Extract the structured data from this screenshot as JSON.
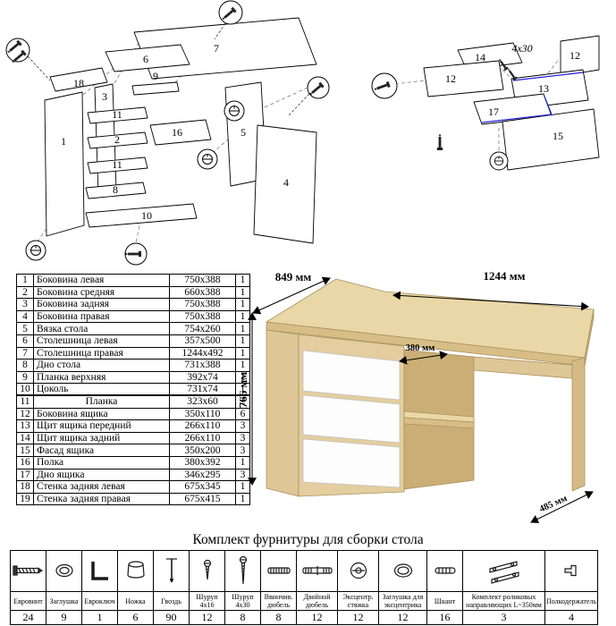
{
  "exploded": {
    "p18": "18",
    "p1": "1",
    "p3": "3",
    "p9": "9",
    "p6": "6",
    "p7": "7",
    "p11a": "11",
    "p2": "2",
    "p11b": "11",
    "p8": "8",
    "p16": "16",
    "p5": "5",
    "p4": "4",
    "p10": "10"
  },
  "detail": {
    "p14": "14",
    "p12a": "12",
    "p12b": "12",
    "p13": "13",
    "p17": "17",
    "p15": "15",
    "screw_size": "4x30"
  },
  "desk": {
    "width_top": "1244 мм",
    "depth_left": "849 мм",
    "height": "766 мм",
    "shelf_depth": "380 мм",
    "depth_right": "485 мм"
  },
  "parts_table": {
    "rows": [
      {
        "num": "1",
        "name": "Боковина левая",
        "size": "750x388",
        "qty": "1"
      },
      {
        "num": "2",
        "name": "Боковина средняя",
        "size": "660x388",
        "qty": "1"
      },
      {
        "num": "3",
        "name": "Боковина задняя",
        "size": "750x388",
        "qty": "1"
      },
      {
        "num": "4",
        "name": "Боковина правая",
        "size": "750x388",
        "qty": "1"
      },
      {
        "num": "5",
        "name": "Вязка стола",
        "size": "754x260",
        "qty": "1"
      },
      {
        "num": "6",
        "name": "Столешница левая",
        "size": "357x500",
        "qty": "1"
      },
      {
        "num": "7",
        "name": "Столешница правая",
        "size": "1244x492",
        "qty": "1"
      },
      {
        "num": "8",
        "name": "Дно стола",
        "size": "731x388",
        "qty": "1"
      },
      {
        "num": "9",
        "name": "Планка верхняя",
        "size": "392x74",
        "qty": "1"
      },
      {
        "num": "10",
        "name": "Цоколь",
        "size": "731x74",
        "qty": "1"
      },
      {
        "num": "11",
        "name": "Планка",
        "size": "323x60",
        "qty": "2",
        "sep": true,
        "center": true
      },
      {
        "num": "12",
        "name": "Боковина ящика",
        "size": "350x110",
        "qty": "6"
      },
      {
        "num": "13",
        "name": "Щит ящика передний",
        "size": "266x110",
        "qty": "3"
      },
      {
        "num": "14",
        "name": "Щит ящика задний",
        "size": "266x110",
        "qty": "3"
      },
      {
        "num": "15",
        "name": "Фасад ящика",
        "size": "350x200",
        "qty": "3"
      },
      {
        "num": "16",
        "name": "Полка",
        "size": "380x392",
        "qty": "1"
      },
      {
        "num": "17",
        "name": "Дно ящика",
        "size": "346x295",
        "qty": "3"
      },
      {
        "num": "18",
        "name": "Стенка задняя левая",
        "size": "675x345",
        "qty": "1"
      },
      {
        "num": "19",
        "name": "Стенка задняя правая",
        "size": "675x415",
        "qty": "1"
      }
    ]
  },
  "hardware": {
    "title": "Комплект фурнитуры для сборки стола",
    "items": [
      {
        "name": "Евровинт",
        "qty": "24",
        "icon": "euro-screw-icon"
      },
      {
        "name": "Заглушка",
        "qty": "9",
        "icon": "cap-icon"
      },
      {
        "name": "Евроключ",
        "qty": "1",
        "icon": "hex-key-icon"
      },
      {
        "name": "Ножка",
        "qty": "6",
        "icon": "leg-icon"
      },
      {
        "name": "Гвоздь",
        "qty": "90",
        "icon": "nail-icon"
      },
      {
        "name": "Шуруп 4x16",
        "qty": "12",
        "icon": "screw-small-icon"
      },
      {
        "name": "Шуруп 4x30",
        "qty": "8",
        "icon": "screw-large-icon"
      },
      {
        "name": "Ввинчив. дюбель",
        "qty": "8",
        "icon": "threaded-dowel-icon"
      },
      {
        "name": "Двойной дюбель",
        "qty": "12",
        "icon": "double-dowel-icon"
      },
      {
        "name": "Эксцентр. стяжка",
        "qty": "12",
        "icon": "cam-lock-icon"
      },
      {
        "name": "Заглушка для эксцентрика",
        "qty": "12",
        "icon": "cam-cap-icon"
      },
      {
        "name": "Шкант",
        "qty": "16",
        "icon": "dowel-icon"
      },
      {
        "name": "Комплект роликовых направляющих L~350мм",
        "qty": "3",
        "icon": "drawer-slides-icon"
      },
      {
        "name": "Полкодержатель",
        "qty": "4",
        "icon": "shelf-pin-icon"
      }
    ]
  }
}
